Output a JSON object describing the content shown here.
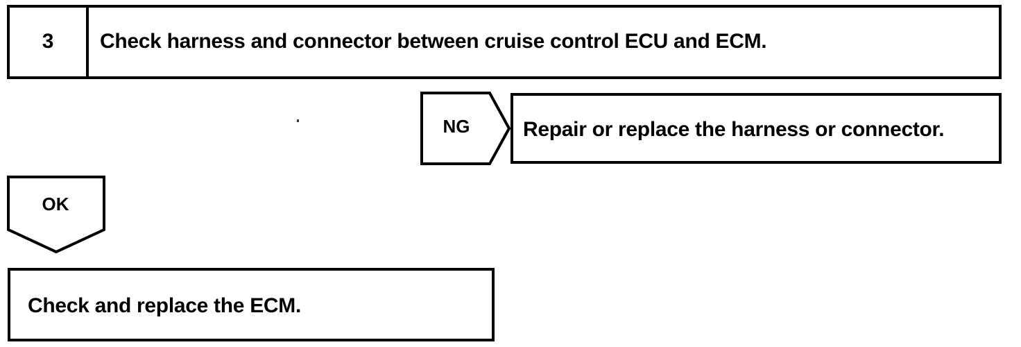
{
  "document": {
    "type": "troubleshooting-flowchart",
    "ink_color": "#000000",
    "background_color": "#ffffff"
  },
  "step": {
    "number": "3",
    "instruction": "Check harness and connector between cruise control ECU and ECM."
  },
  "branches": {
    "ng": {
      "label": "NG",
      "result": "Repair or replace the harness or connector."
    },
    "ok": {
      "label": "OK",
      "result": "Check and replace the ECM."
    }
  }
}
